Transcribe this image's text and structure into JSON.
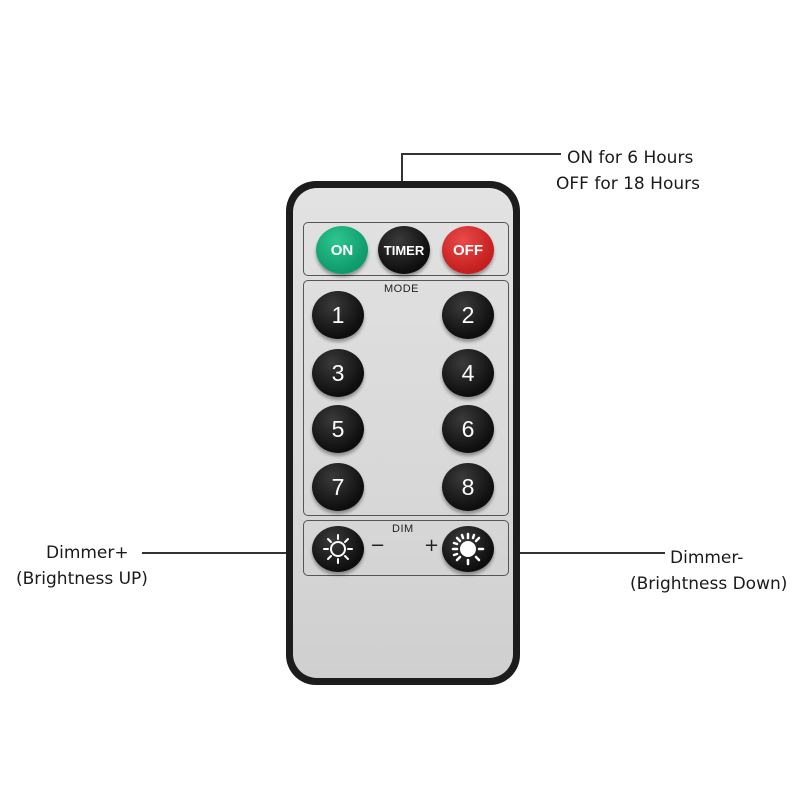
{
  "callouts": {
    "timer_line1": "ON for 6 Hours",
    "timer_line2": "OFF for  18 Hours",
    "dimmer_plus_line1": "Dimmer+",
    "dimmer_plus_line2": "(Brightness UP)",
    "dimmer_minus_line1": "Dimmer-",
    "dimmer_minus_line2": "(Brightness Down)"
  },
  "remote": {
    "top_buttons": {
      "on_label": "ON",
      "timer_label": "TIMER",
      "off_label": "OFF"
    },
    "mode_label": "MODE",
    "numbers": [
      "1",
      "2",
      "3",
      "4",
      "5",
      "6",
      "7",
      "8"
    ],
    "dim_label": "DIM",
    "minus_sign": "−",
    "plus_sign": "+"
  },
  "colors": {
    "on_button": "#14a878",
    "timer_button": "#1c1c1c",
    "off_button": "#d42a2a",
    "remote_body": "#1c1c1c",
    "remote_face": "#dcdcdc"
  }
}
